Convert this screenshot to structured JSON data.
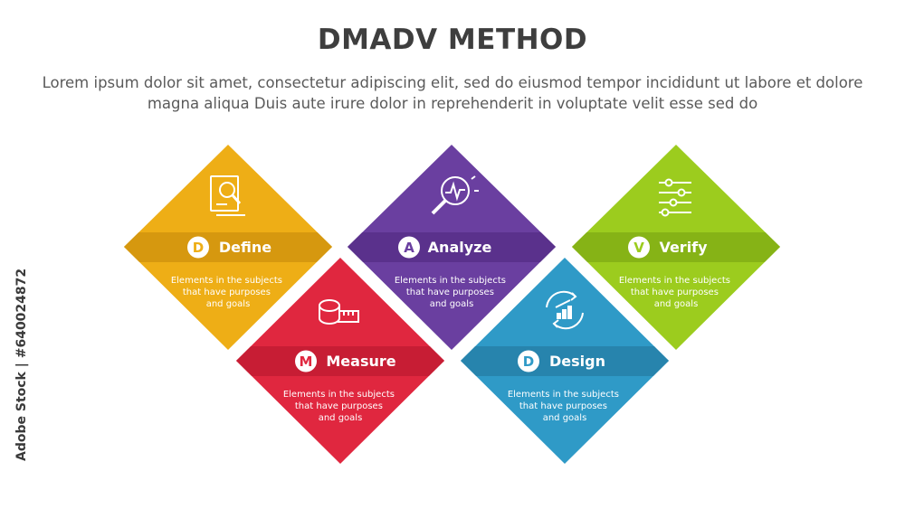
{
  "header": {
    "title": "DMADV METHOD",
    "subtitle": "Lorem ipsum dolor sit amet, consectetur adipiscing elit, sed do eiusmod tempor incididunt ut labore et dolore magna aliqua Duis aute irure dolor in reprehenderit in voluptate velit esse sed do"
  },
  "steps": [
    {
      "letter": "D",
      "label": "Define",
      "desc": [
        "Elements in the subjects",
        "that have purposes",
        "and  goals"
      ],
      "color": "#eeae16",
      "band": "#d6980f",
      "icon": "document-search-icon"
    },
    {
      "letter": "A",
      "label": "Analyze",
      "desc": [
        "Elements in the subjects",
        "that have purposes",
        "and  goals"
      ],
      "color": "#6a3fa0",
      "band": "#5a318c",
      "icon": "magnifier-chart-icon"
    },
    {
      "letter": "V",
      "label": "Verify",
      "desc": [
        "Elements in the subjects",
        "that have purposes",
        "and  goals"
      ],
      "color": "#9ccc1e",
      "band": "#86b316",
      "icon": "sliders-icon"
    },
    {
      "letter": "M",
      "label": "Measure",
      "desc": [
        "Elements in the subjects",
        "that have purposes",
        "and  goals"
      ],
      "color": "#e0273f",
      "band": "#c71d34",
      "icon": "tape-measure-icon"
    },
    {
      "letter": "D",
      "label": "Design",
      "desc": [
        "Elements in the subjects",
        "that have purposes",
        "and  goals"
      ],
      "color": "#2f9ac7",
      "band": "#2784ad",
      "icon": "cycle-growth-icon"
    }
  ],
  "watermark": "Adobe Stock | #640024872"
}
